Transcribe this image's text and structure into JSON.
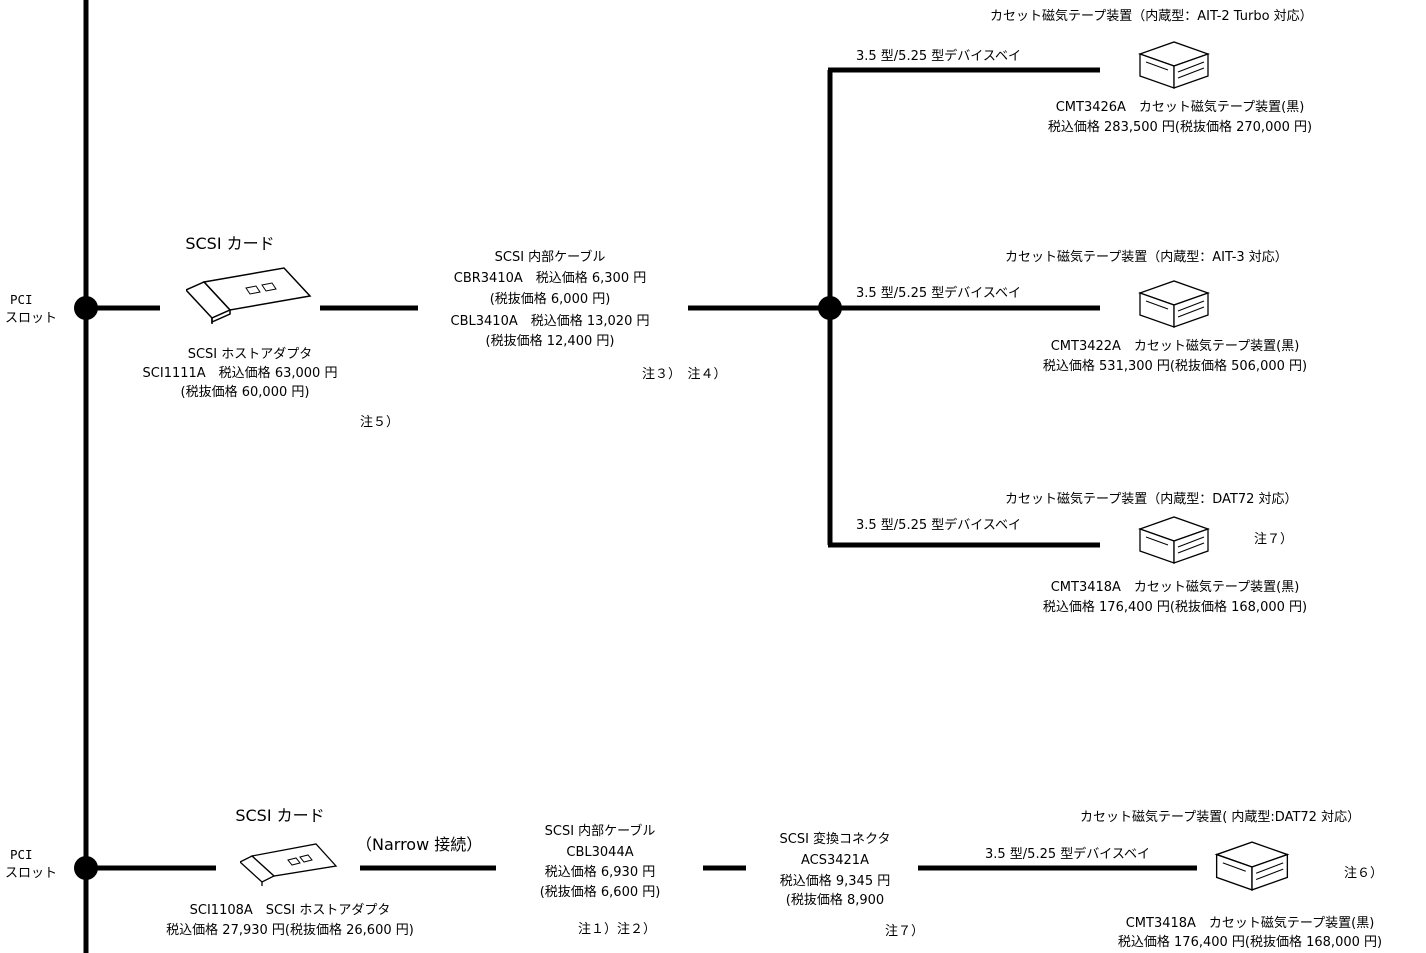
{
  "top": {
    "slot": {
      "line1": "PCI",
      "line2": "スロット"
    },
    "card": {
      "title": "SCSI カード",
      "name": "SCSI ホストアダプタ",
      "line2": "SCI1111A　税込価格 63,000 円",
      "line3": "(税抜価格 60,000 円)",
      "note": "注５）"
    },
    "cable": {
      "title": "SCSI 内部ケーブル",
      "line1": "CBR3410A　税込価格 6,300 円",
      "line2": "(税抜価格 6,000 円)",
      "line3": "CBL3410A　税込価格 13,020 円",
      "line4": "(税抜価格 12,400 円)",
      "notes": "注３）　注４）"
    },
    "branches": [
      {
        "bay": "3.5 型/5.25 型デバイスベイ",
        "title": "カセット磁気テープ装置（内蔵型：AIT-2 Turbo 対応）",
        "model": "CMT3426A　カセット磁気テープ装置(黒)",
        "price": "税込価格 283,500 円(税抜価格 270,000 円)",
        "note": ""
      },
      {
        "bay": "3.5 型/5.25 型デバイスベイ",
        "title": "カセット磁気テープ装置（内蔵型：AIT-3 対応）",
        "model": "CMT3422A　カセット磁気テープ装置(黒)",
        "price": "税込価格 531,300 円(税抜価格 506,000 円)",
        "note": ""
      },
      {
        "bay": "3.5 型/5.25 型デバイスベイ",
        "title": "カセット磁気テープ装置（内蔵型：DAT72 対応）",
        "model": "CMT3418A　カセット磁気テープ装置(黒)",
        "price": "税込価格 176,400 円(税抜価格 168,000 円)",
        "note": "注７）"
      }
    ]
  },
  "bottom": {
    "slot": {
      "line1": "PCI",
      "line2": "スロット"
    },
    "card": {
      "title": "SCSI カード",
      "name": "SCI1108A　SCSI ホストアダプタ",
      "price": "税込価格 27,930 円(税抜価格 26,600 円)"
    },
    "narrow": "（Narrow 接続）",
    "cable": {
      "title": "SCSI 内部ケーブル",
      "model": "CBL3044A",
      "price": "税込価格 6,930 円",
      "price2": "(税抜価格 6,600 円)",
      "notes": "注１）注２）"
    },
    "connector": {
      "title": "SCSI 変換コネクタ",
      "model": "ACS3421A",
      "price": "税込価格 9,345 円",
      "price2": "(税抜価格 8,900",
      "note": "注７）"
    },
    "device": {
      "bay": "3.5 型/5.25 型デバイスベイ",
      "title": "カセット磁気テープ装置( 内蔵型:DAT72 対応）",
      "model": "CMT3418A　カセット磁気テープ装置(黒)",
      "price": "税込価格 176,400 円(税抜価格 168,000 円)",
      "note": "注６）"
    }
  }
}
